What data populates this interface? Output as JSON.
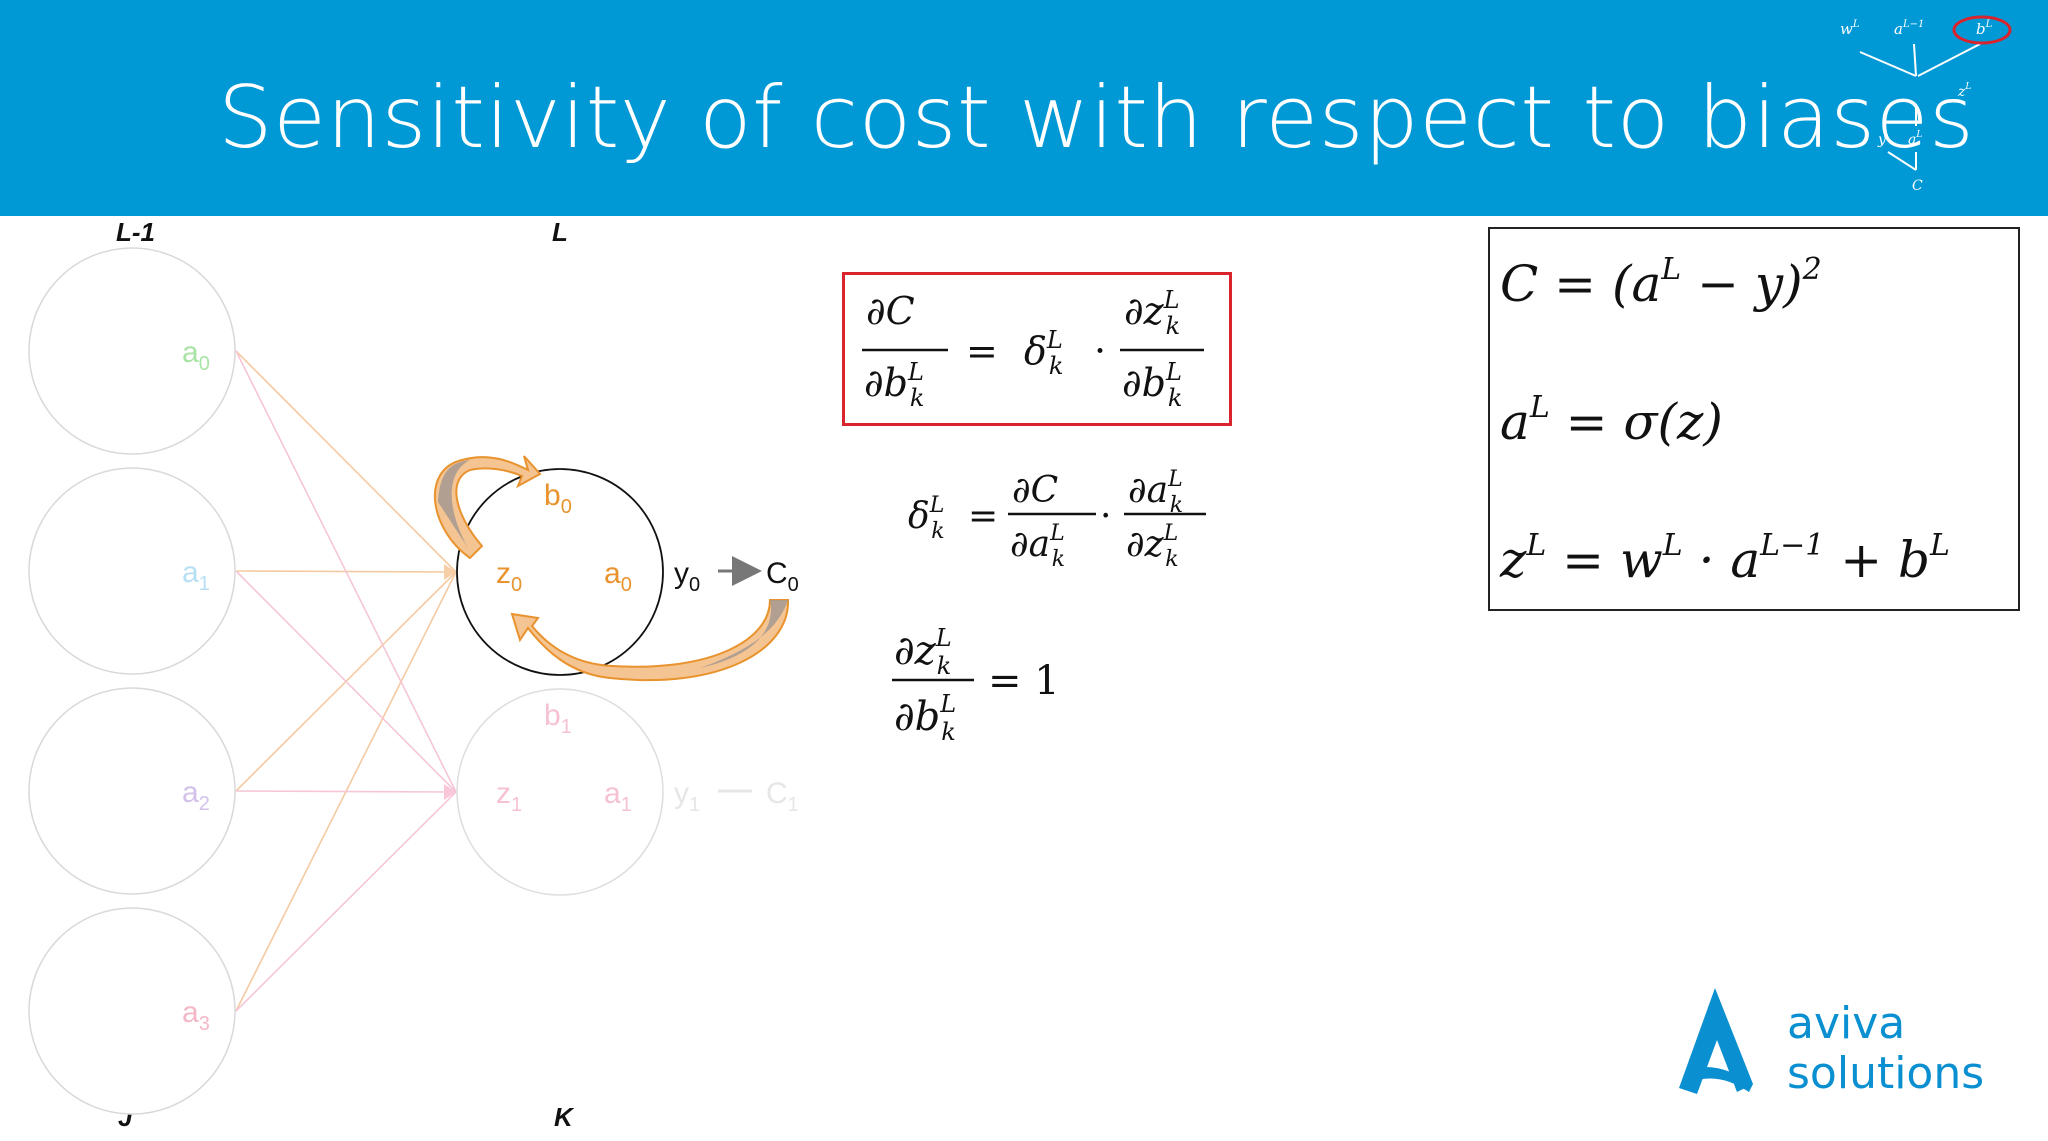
{
  "title": "Sensitivity of cost with respect to biases",
  "colors": {
    "header_bg": "#0099d6",
    "accent_orange": "#e8932e",
    "box_red": "#d9232d",
    "logo_blue": "#0a8fd1"
  },
  "tree": {
    "w": "w",
    "w_sup": "L",
    "a_prev": "a",
    "a_prev_sup": "L−1",
    "b": "b",
    "b_sup": "L",
    "z": "z",
    "z_sup": "L",
    "y": "y",
    "a": "a",
    "a_sup": "L",
    "c": "C"
  },
  "network": {
    "layer_prev_top": "L-1",
    "layer_top": "L",
    "layer_prev_bottom": "J",
    "layer_bottom": "K",
    "prev_neurons": [
      {
        "label": "a",
        "sub": "0"
      },
      {
        "label": "a",
        "sub": "1"
      },
      {
        "label": "a",
        "sub": "2"
      },
      {
        "label": "a",
        "sub": "3"
      }
    ],
    "neurons": [
      {
        "b": "b",
        "b_sub": "0",
        "z": "z",
        "z_sub": "0",
        "a": "a",
        "a_sub": "0",
        "y": "y",
        "y_sub": "0",
        "c": "C",
        "c_sub": "0"
      },
      {
        "b": "b",
        "b_sub": "1",
        "z": "z",
        "z_sub": "1",
        "a": "a",
        "a_sub": "1",
        "y": "y",
        "y_sub": "1",
        "c": "C",
        "c_sub": "1"
      }
    ]
  },
  "equations": {
    "boxed": {
      "num_left": "∂C",
      "den_left": "∂b",
      "eq": "=",
      "delta": "δ",
      "dot": "·",
      "num_right": "∂z",
      "den_right": "∂b",
      "sup": "L",
      "sub": "k"
    },
    "delta_def": {
      "delta": "δ",
      "eq": "=",
      "num1": "∂C",
      "den1": "∂a",
      "dot": "·",
      "num2": "∂a",
      "den2": "∂z",
      "sup": "L",
      "sub": "k"
    },
    "dz_db": {
      "num": "∂z",
      "den": "∂b",
      "eq": "= 1",
      "sup": "L",
      "sub": "k"
    }
  },
  "definitions": {
    "cost": {
      "c": "C",
      "rest1": " = (a",
      "sup": "L",
      "rest2": " − y)",
      "pow": "2"
    },
    "activation": {
      "a": "a",
      "sup": "L",
      "rest": " = σ(z)"
    },
    "weighted": {
      "z": "z",
      "sup1": "L",
      "mid1": " = w",
      "sup2": "L",
      "mid2": " · a",
      "sup3": "L−1",
      "mid3": " + b",
      "sup4": "L"
    }
  },
  "logo": {
    "line1": "aviva",
    "line2": "solutions"
  }
}
